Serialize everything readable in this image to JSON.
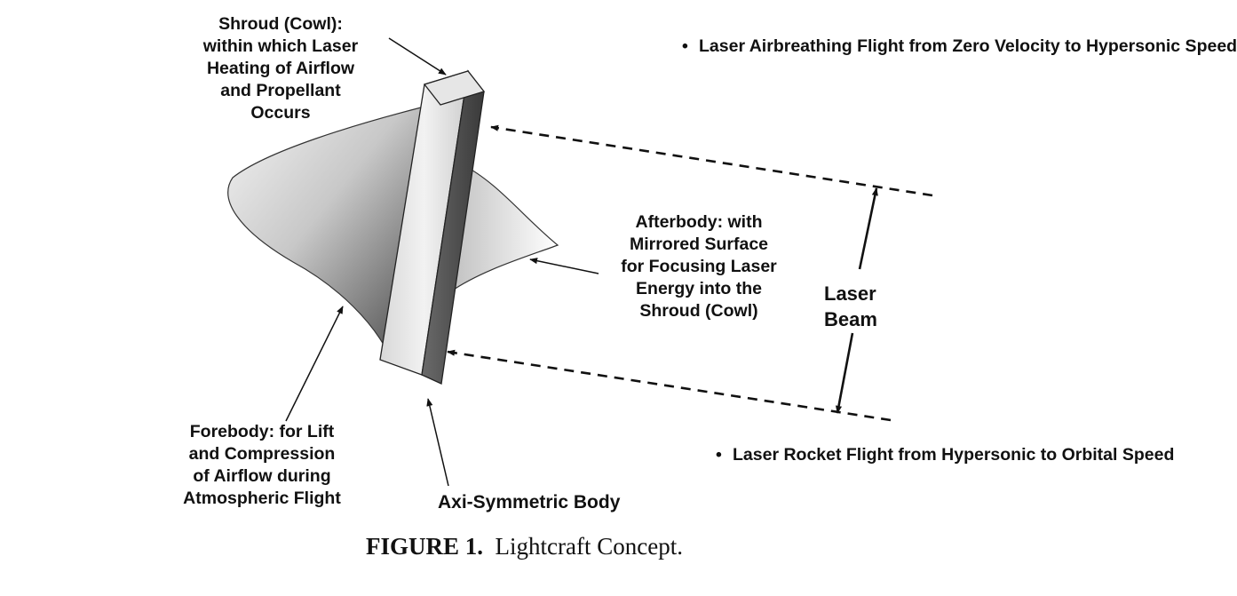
{
  "figure": {
    "shroud_label": [
      "Shroud (Cowl):",
      "within which Laser",
      "Heating of Airflow",
      "and Propellant",
      "Occurs"
    ],
    "afterbody_label": [
      "Afterbody:  with",
      "Mirrored Surface",
      "for Focusing Laser",
      "Energy into the",
      "Shroud (Cowl)"
    ],
    "forebody_label": [
      "Forebody: for Lift",
      "and Compression",
      "of Airflow during",
      "Atmospheric Flight"
    ],
    "axi_label": "Axi-Symmetric Body",
    "laser_beam_label": [
      "Laser",
      "Beam"
    ],
    "bullet_top": [
      "Laser Airbreathing Flight",
      "from Zero Velocity to",
      "Hypersonic Speed"
    ],
    "bullet_bottom": [
      "Laser Rocket Flight from",
      "Hypersonic to Orbital",
      "Speed"
    ],
    "bullet_symbol": "•",
    "caption_number": "FIGURE 1.",
    "caption_text": "Lightcraft Concept."
  }
}
